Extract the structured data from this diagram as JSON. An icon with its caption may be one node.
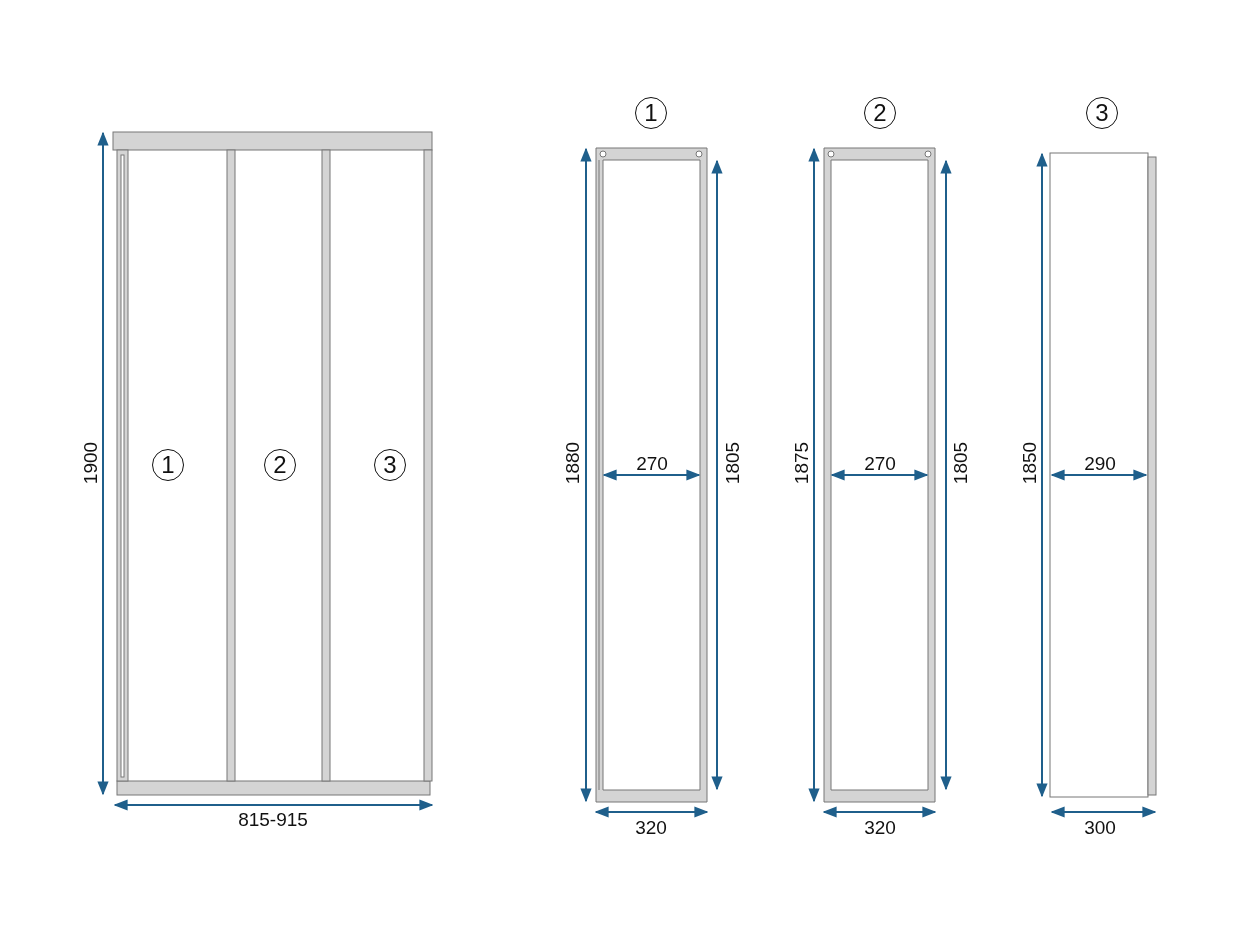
{
  "diagram": {
    "labels": [
      "1",
      "2",
      "3",
      "1900",
      "1",
      "2",
      "3",
      "1880",
      "270",
      "1805",
      "1875",
      "270",
      "1805",
      "1850",
      "290",
      "815-915",
      "320",
      "320",
      "300"
    ]
  }
}
